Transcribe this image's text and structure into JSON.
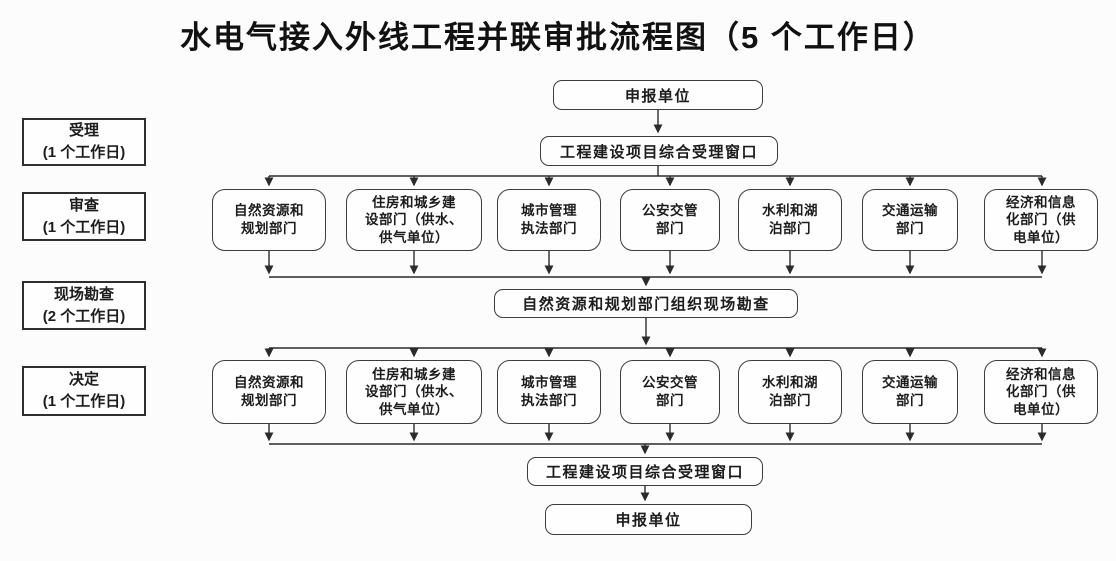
{
  "title": "水电气接入外线工程并联审批流程图（5 个工作日）",
  "stages": [
    [
      "受理",
      "(1 个工作日)"
    ],
    [
      "审查",
      "(1 个工作日)"
    ],
    [
      "现场勘查",
      "(2 个工作日)"
    ],
    [
      "决定",
      "(1 个工作日)"
    ]
  ],
  "flow": {
    "applicant_top": "申报单位",
    "intake_window_top": "工程建设项目综合受理窗口",
    "site_survey": "自然资源和规划部门组织现场勘查",
    "intake_window_bottom": "工程建设项目综合受理窗口",
    "applicant_bottom": "申报单位"
  },
  "departments_review": [
    [
      "自然资源和",
      "规划部门"
    ],
    [
      "住房和城乡建",
      "设部门（供水、",
      "供气单位）"
    ],
    [
      "城市管理",
      "执法部门"
    ],
    [
      "公安交管",
      "部门"
    ],
    [
      "水利和湖",
      "泊部门"
    ],
    [
      "交通运输",
      "部门"
    ],
    [
      "经济和信息",
      "化部门（供",
      "电单位）"
    ]
  ],
  "departments_decision": [
    [
      "自然资源和",
      "规划部门"
    ],
    [
      "住房和城乡建",
      "设部门（供水、",
      "供气单位）"
    ],
    [
      "城市管理",
      "执法部门"
    ],
    [
      "公安交管",
      "部门"
    ],
    [
      "水利和湖",
      "泊部门"
    ],
    [
      "交通运输",
      "部门"
    ],
    [
      "经济和信息",
      "化部门（供",
      "电单位）"
    ]
  ],
  "colors": {
    "line": "#2b2b2b",
    "box_border": "#3c3c3c",
    "text": "#1c1c1c",
    "background": "#fcfcfc"
  }
}
